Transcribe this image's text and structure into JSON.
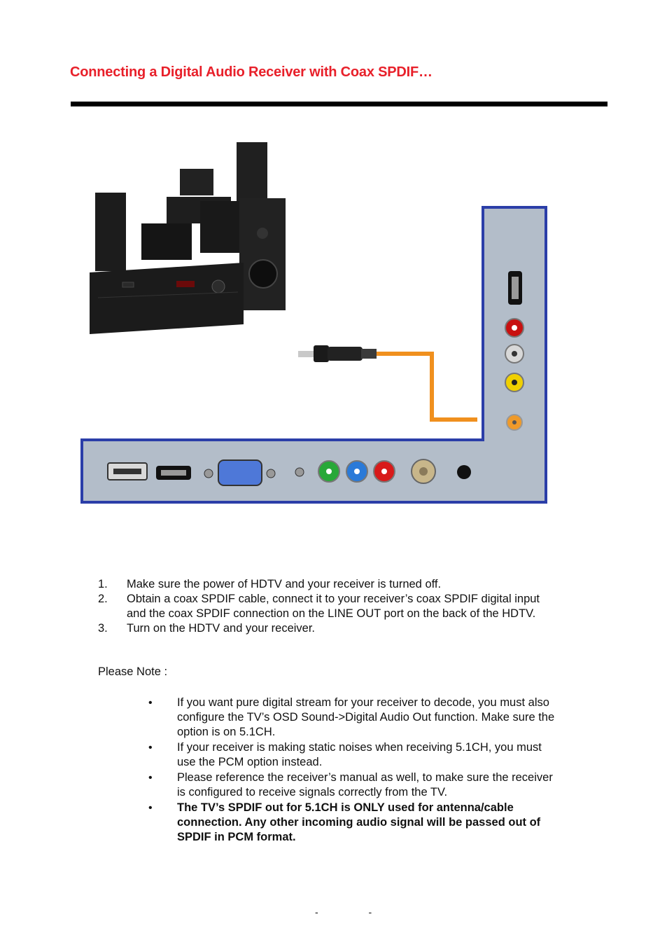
{
  "title": "Connecting a Digital Audio Receiver with Coax SPDIF…",
  "steps": [
    {
      "num": "1.",
      "text": "Make sure the power of HDTV and your receiver is turned off."
    },
    {
      "num": "2.",
      "text": "Obtain a coax SPDIF cable, connect it to your receiver’s coax SPDIF digital input and the coax SPDIF connection on the LINE OUT port on the back of the HDTV."
    },
    {
      "num": "3.",
      "text": "Turn on the HDTV and your receiver."
    }
  ],
  "note_label": "Please Note :",
  "notes": [
    {
      "bullet": "•",
      "text": "If you want pure digital stream for your receiver to decode, you must also configure the TV’s OSD Sound->Digital Audio Out function. Make sure the option is on 5.1CH."
    },
    {
      "bullet": "•",
      "text": "If your receiver is making static noises when receiving 5.1CH, you must use the PCM option instead."
    },
    {
      "bullet": "•",
      "text": "Please reference the receiver’s manual as well, to make sure the receiver is configured to receive signals correctly from the TV."
    },
    {
      "bullet": "•",
      "text": "The TV’s SPDIF out for 5.1CH is ONLY used for antenna/cable connection.  Any other incoming audio signal will be passed out of SPDIF in PCM format."
    }
  ],
  "footer": "- -",
  "colors": {
    "title": "#e8202a",
    "panel": "#b3bdc9",
    "panel_border": "#2b3ea8",
    "cable": "#f0901e"
  }
}
